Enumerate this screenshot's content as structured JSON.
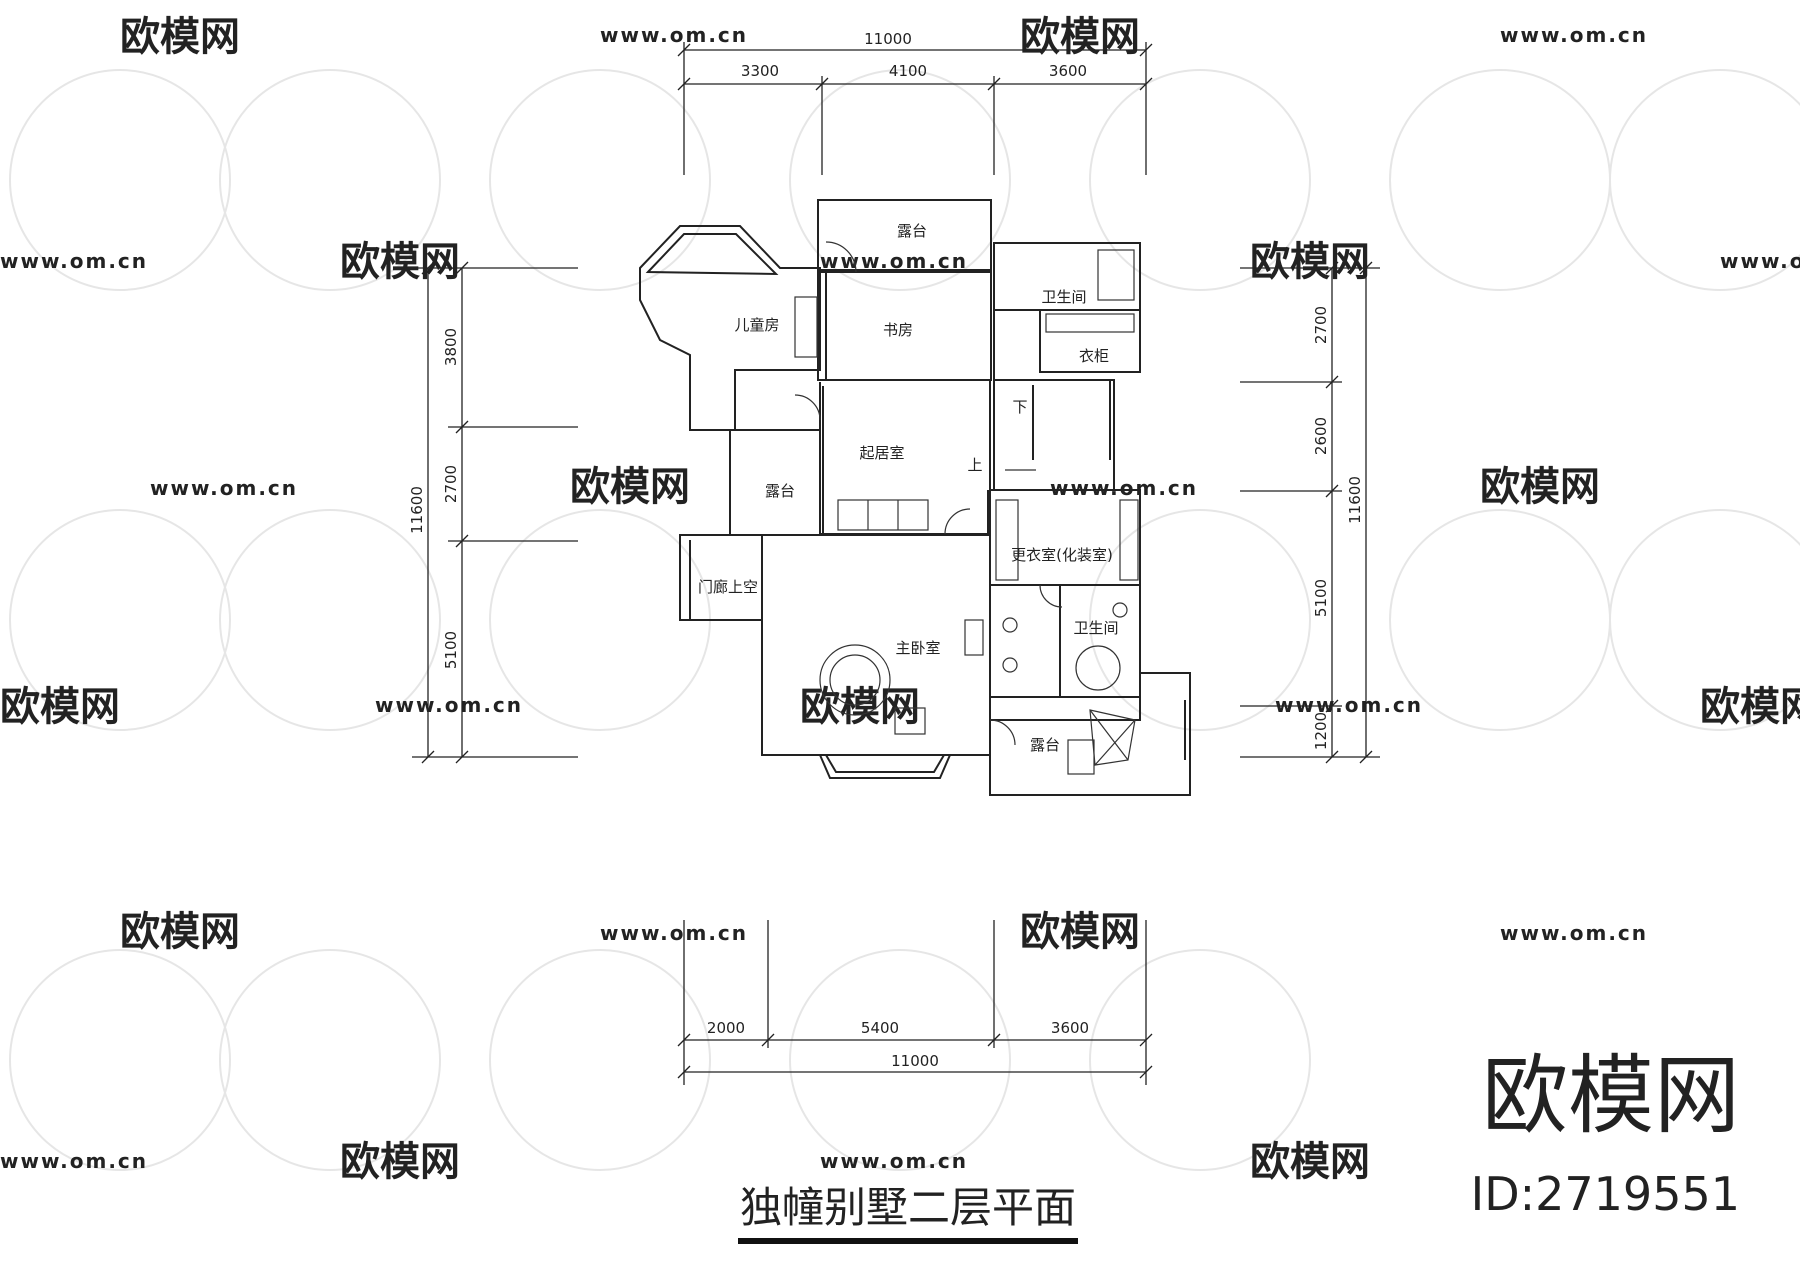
{
  "title": "独幢别墅二层平面",
  "brand": {
    "name": "欧模网",
    "id": "ID:2719551"
  },
  "watermark": {
    "logo_text": "欧模网",
    "url": "www.om.cn"
  },
  "dimensions": {
    "top_total": "11000",
    "top_parts": [
      "3300",
      "4100",
      "3600"
    ],
    "bottom_total": "11000",
    "bottom_parts": [
      "2000",
      "5400",
      "3600"
    ],
    "left_total": "11600",
    "left_parts": [
      "3800",
      "2700",
      "5100"
    ],
    "right_total": "11600",
    "right_parts": [
      "2700",
      "2600",
      "5100",
      "1200"
    ]
  },
  "rooms": {
    "terrace_top": "露台",
    "study": "书房",
    "children_room": "儿童房",
    "bathroom_upper": "卫生间",
    "wardrobe": "衣柜",
    "living_room": "起居室",
    "stair_down": "下",
    "stair_up": "上",
    "terrace_left": "露台",
    "porch_void": "门廊上空",
    "dressing_room": "更衣室(化装室)",
    "bathroom_lower": "卫生间",
    "master_bedroom": "主卧室",
    "terrace_bottom": "露台"
  }
}
